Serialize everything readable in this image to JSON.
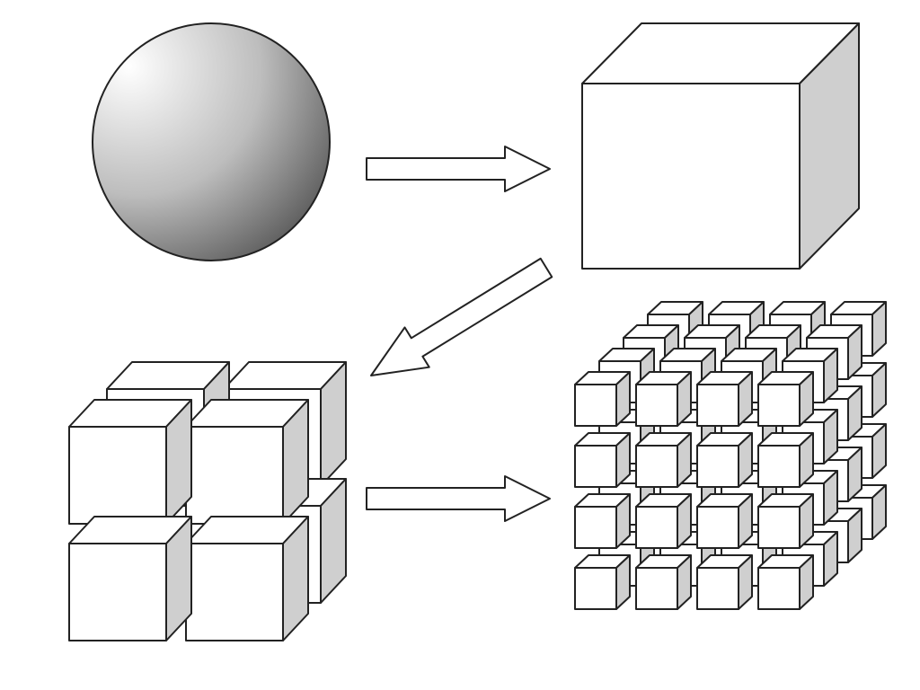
{
  "colors": {
    "background": "#ffffff",
    "stroke": "#222222",
    "face_front": "#ffffff",
    "face_top": "#ffffff",
    "face_side": "#cfcfcf",
    "sphere_light": "#ffffff",
    "sphere_mid": "#bdbdbd",
    "sphere_dark": "#555555",
    "arrow_fill": "#ffffff"
  },
  "diagram": {
    "nodes": [
      {
        "id": "sphere",
        "shape": "sphere"
      },
      {
        "id": "single-cube",
        "shape": "cube",
        "grid": 1
      },
      {
        "id": "cube-grid-2",
        "shape": "cube-grid",
        "grid": 2
      },
      {
        "id": "cube-grid-4",
        "shape": "cube-grid",
        "grid": 4
      }
    ],
    "edges": [
      {
        "from": "sphere",
        "to": "single-cube"
      },
      {
        "from": "single-cube",
        "to": "cube-grid-2"
      },
      {
        "from": "cube-grid-2",
        "to": "cube-grid-4"
      }
    ]
  }
}
